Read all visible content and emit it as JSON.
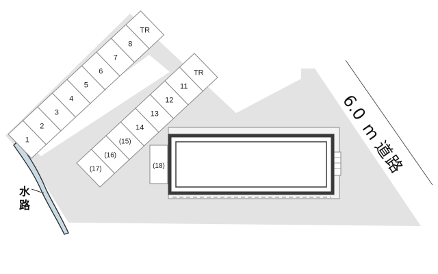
{
  "colors": {
    "lot": "#e3e3e3",
    "slot_fill": "#ffffff",
    "slot_stroke": "#8a8a8a",
    "building_border": "#3a3a3a",
    "canal_fill": "#c9dce6",
    "canal_stroke": "#333333"
  },
  "row_a": {
    "slots": [
      "1",
      "2",
      "3",
      "4",
      "5",
      "6",
      "7",
      "8",
      "TR"
    ]
  },
  "row_b": {
    "slots": [
      "(17)",
      "(16)",
      "(15)",
      "14",
      "13",
      "12",
      "11",
      "TR"
    ]
  },
  "extra_slot": "(18)",
  "road": {
    "width": "6.0",
    "unit": "m",
    "chars": [
      "道",
      "路"
    ]
  },
  "waterway": {
    "chars": [
      "水",
      "路"
    ]
  }
}
